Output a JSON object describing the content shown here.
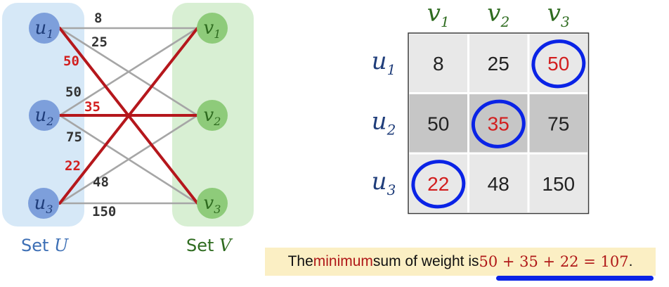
{
  "graph": {
    "left_nodes": [
      {
        "base": "u",
        "sub": "1"
      },
      {
        "base": "u",
        "sub": "2"
      },
      {
        "base": "u",
        "sub": "3"
      }
    ],
    "right_nodes": [
      {
        "base": "v",
        "sub": "1"
      },
      {
        "base": "v",
        "sub": "2"
      },
      {
        "base": "v",
        "sub": "3"
      }
    ],
    "edges": [
      {
        "from": 0,
        "to": 0,
        "weight": "8",
        "selected": false
      },
      {
        "from": 0,
        "to": 1,
        "weight": "25",
        "selected": false
      },
      {
        "from": 0,
        "to": 2,
        "weight": "50",
        "selected": true
      },
      {
        "from": 1,
        "to": 0,
        "weight": "50",
        "selected": false
      },
      {
        "from": 1,
        "to": 1,
        "weight": "35",
        "selected": true
      },
      {
        "from": 1,
        "to": 2,
        "weight": "75",
        "selected": false
      },
      {
        "from": 2,
        "to": 0,
        "weight": "22",
        "selected": true
      },
      {
        "from": 2,
        "to": 1,
        "weight": "48",
        "selected": false
      },
      {
        "from": 2,
        "to": 2,
        "weight": "150",
        "selected": false
      }
    ],
    "set_u_label": "Set ",
    "set_u_symbol": "U",
    "set_v_label": "Set ",
    "set_v_symbol": "V"
  },
  "matrix": {
    "col_headers": [
      {
        "base": "v",
        "sub": "1"
      },
      {
        "base": "v",
        "sub": "2"
      },
      {
        "base": "v",
        "sub": "3"
      }
    ],
    "row_headers": [
      {
        "base": "u",
        "sub": "1"
      },
      {
        "base": "u",
        "sub": "2"
      },
      {
        "base": "u",
        "sub": "3"
      }
    ],
    "cells": [
      [
        "8",
        "25",
        "50"
      ],
      [
        "50",
        "35",
        "75"
      ],
      [
        "22",
        "48",
        "150"
      ]
    ],
    "selected": [
      [
        0,
        2
      ],
      [
        1,
        1
      ],
      [
        2,
        0
      ]
    ]
  },
  "summary": {
    "prefix": "The ",
    "highlight": "minimum",
    "middle": " sum of weight is ",
    "equation": "50 + 35 + 22 = 107",
    "suffix": "."
  },
  "colors": {
    "set_u_bg": "#d6e8f7",
    "set_v_bg": "#d8efd3",
    "u_node": "#7d9fdb",
    "v_node": "#8ecb7a",
    "u_text": "#1f3d7a",
    "v_text": "#2e6b1f",
    "edge_gray": "#a6a6a6",
    "edge_red": "#b5171c",
    "cell_light": "#e8e8e8",
    "cell_dark": "#c6c6c6",
    "circle_blue": "#0a23e6",
    "selected_text": "#d21e1e"
  }
}
